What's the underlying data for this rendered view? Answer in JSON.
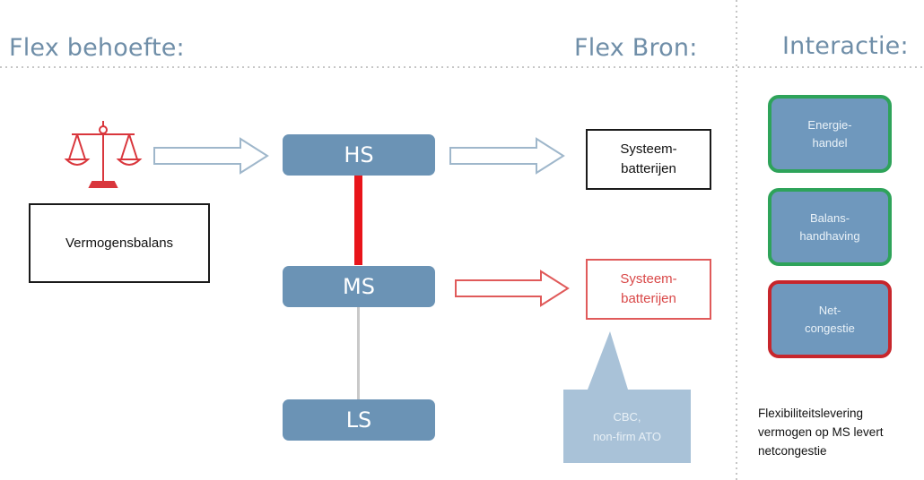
{
  "headings": {
    "left": "Flex behoefte:",
    "middle": "Flex Bron:",
    "right": "Interactie:"
  },
  "nodes": {
    "hs": "HS",
    "ms": "MS",
    "ls": "LS"
  },
  "need": {
    "label": "Vermogensbalans",
    "icon": "scales-icon"
  },
  "sources": {
    "top_line1": "Systeem-",
    "top_line2": "batterijen",
    "mid_line1": "Systeem-",
    "mid_line2": "batterijen"
  },
  "callout": {
    "line1": "CBC,",
    "line2": "non-firm ATO"
  },
  "interactions": [
    {
      "line1": "Energie-",
      "line2": "handel",
      "status_color": "#2ea35a"
    },
    {
      "line1": "Balans-",
      "line2": "handhaving",
      "status_color": "#2ea35a"
    },
    {
      "line1": "Net-",
      "line2": "congestie",
      "status_color": "#c7262c"
    }
  ],
  "note": {
    "line1": "Flexibiliteitslevering",
    "line2": "vermogen op MS levert",
    "line3": "netcongestie"
  },
  "colors": {
    "node_fill": "#6b93b5",
    "active_link": "#e8141a",
    "heading": "#6f8ea8"
  }
}
